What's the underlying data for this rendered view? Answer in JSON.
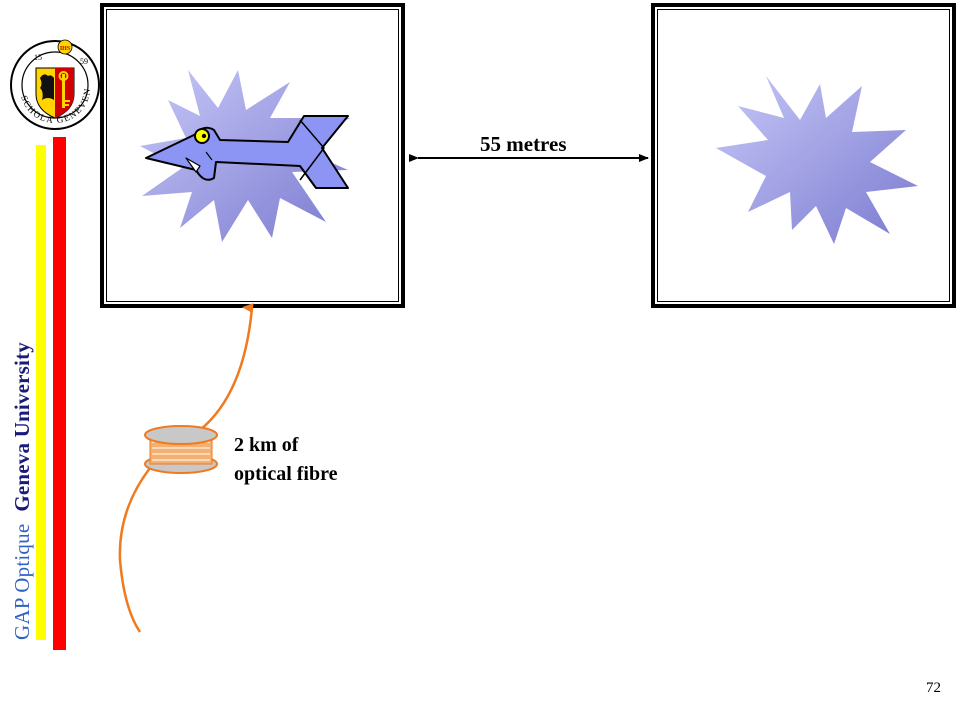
{
  "slide": {
    "page_number": "72",
    "distance_label": "55 metres",
    "fibre_label_line1": "2 km of",
    "fibre_label_line2": "optical fibre"
  },
  "branding": {
    "group_name": "GAP Optique",
    "university": "Geneva University",
    "seal_text_top": "15 59",
    "seal_text_ring": "SCHOLA GENEVENSIS",
    "seal_monogram": "IHS"
  },
  "colors": {
    "burst": "#9c9ce8",
    "arrow_character": "#8c94f4",
    "fibre": "#f07a20",
    "spool": "#c8c8c8",
    "bar_yellow": "#ffff00",
    "bar_red": "#ff0000",
    "group_name_text": "#3060c8",
    "university_text": "#1a1a7a"
  }
}
